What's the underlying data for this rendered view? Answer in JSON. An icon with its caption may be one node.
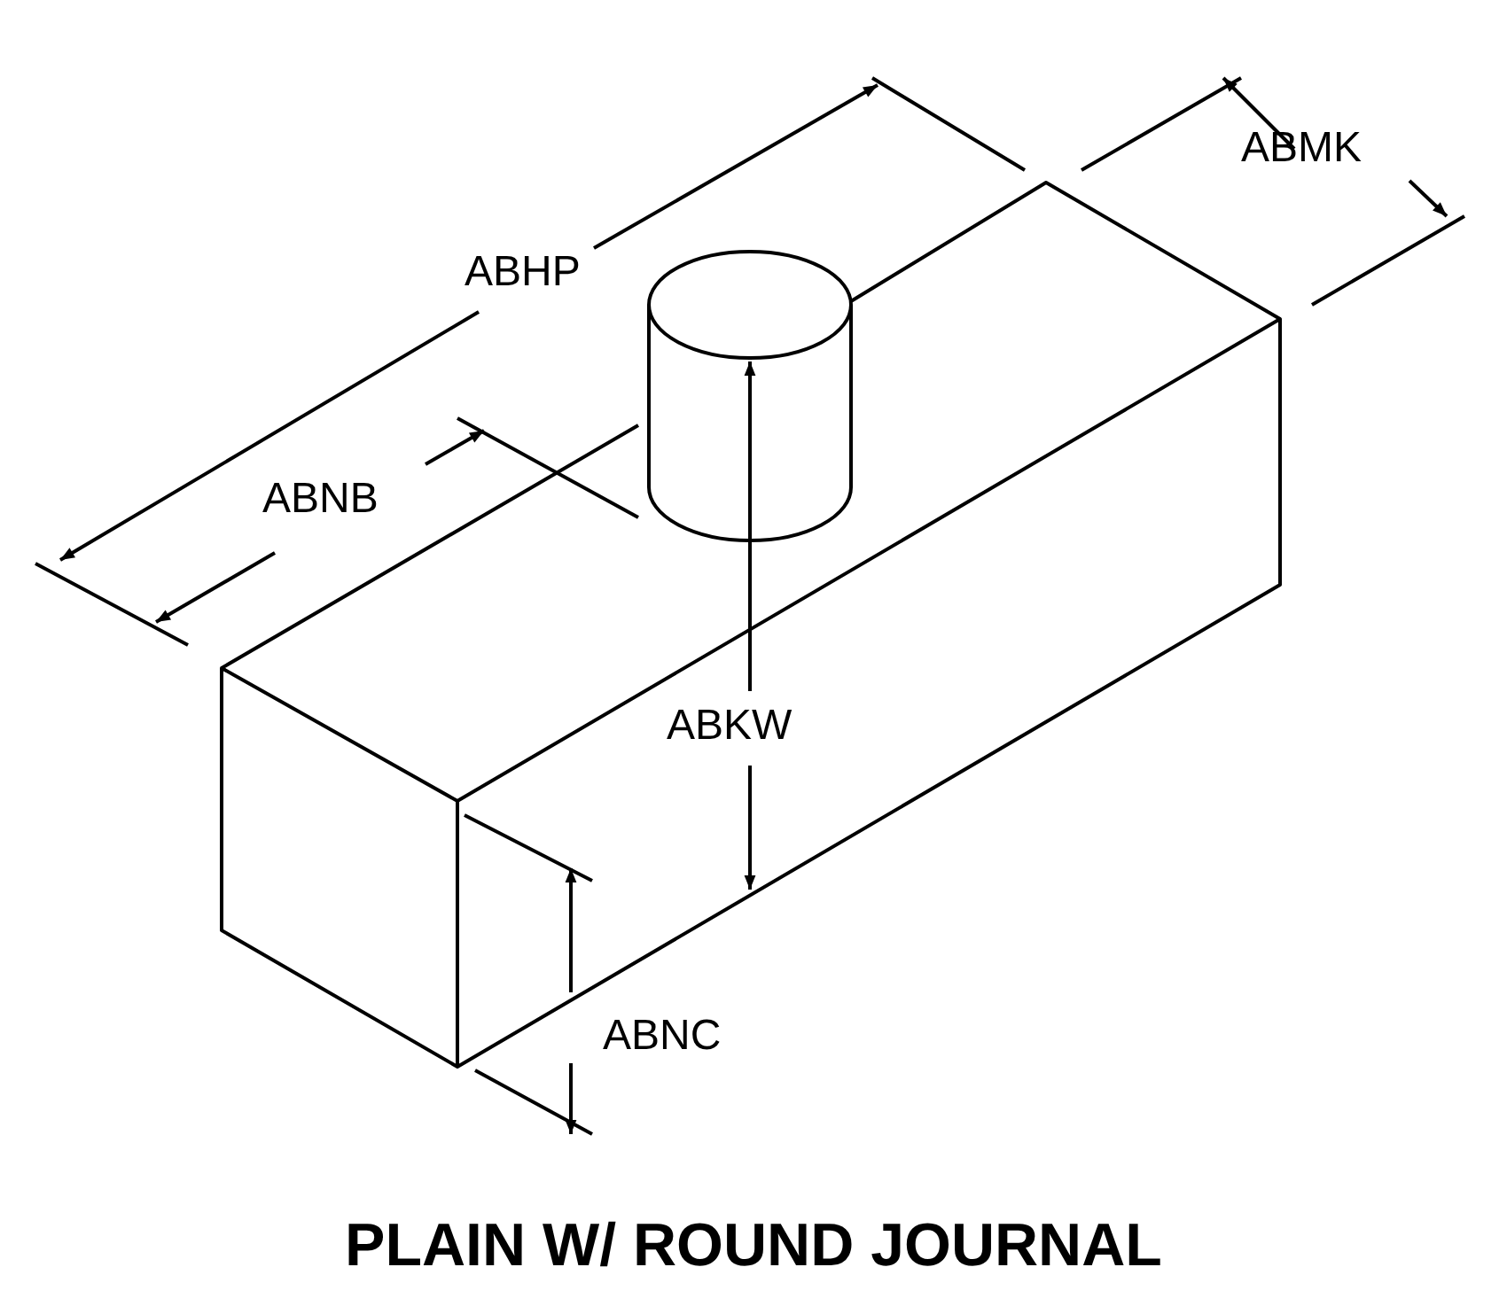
{
  "diagram": {
    "caption": "PLAIN W/ ROUND JOURNAL",
    "labels": [
      "ABMK",
      "ABHP",
      "ABNB",
      "ABKW",
      "ABNC"
    ]
  }
}
